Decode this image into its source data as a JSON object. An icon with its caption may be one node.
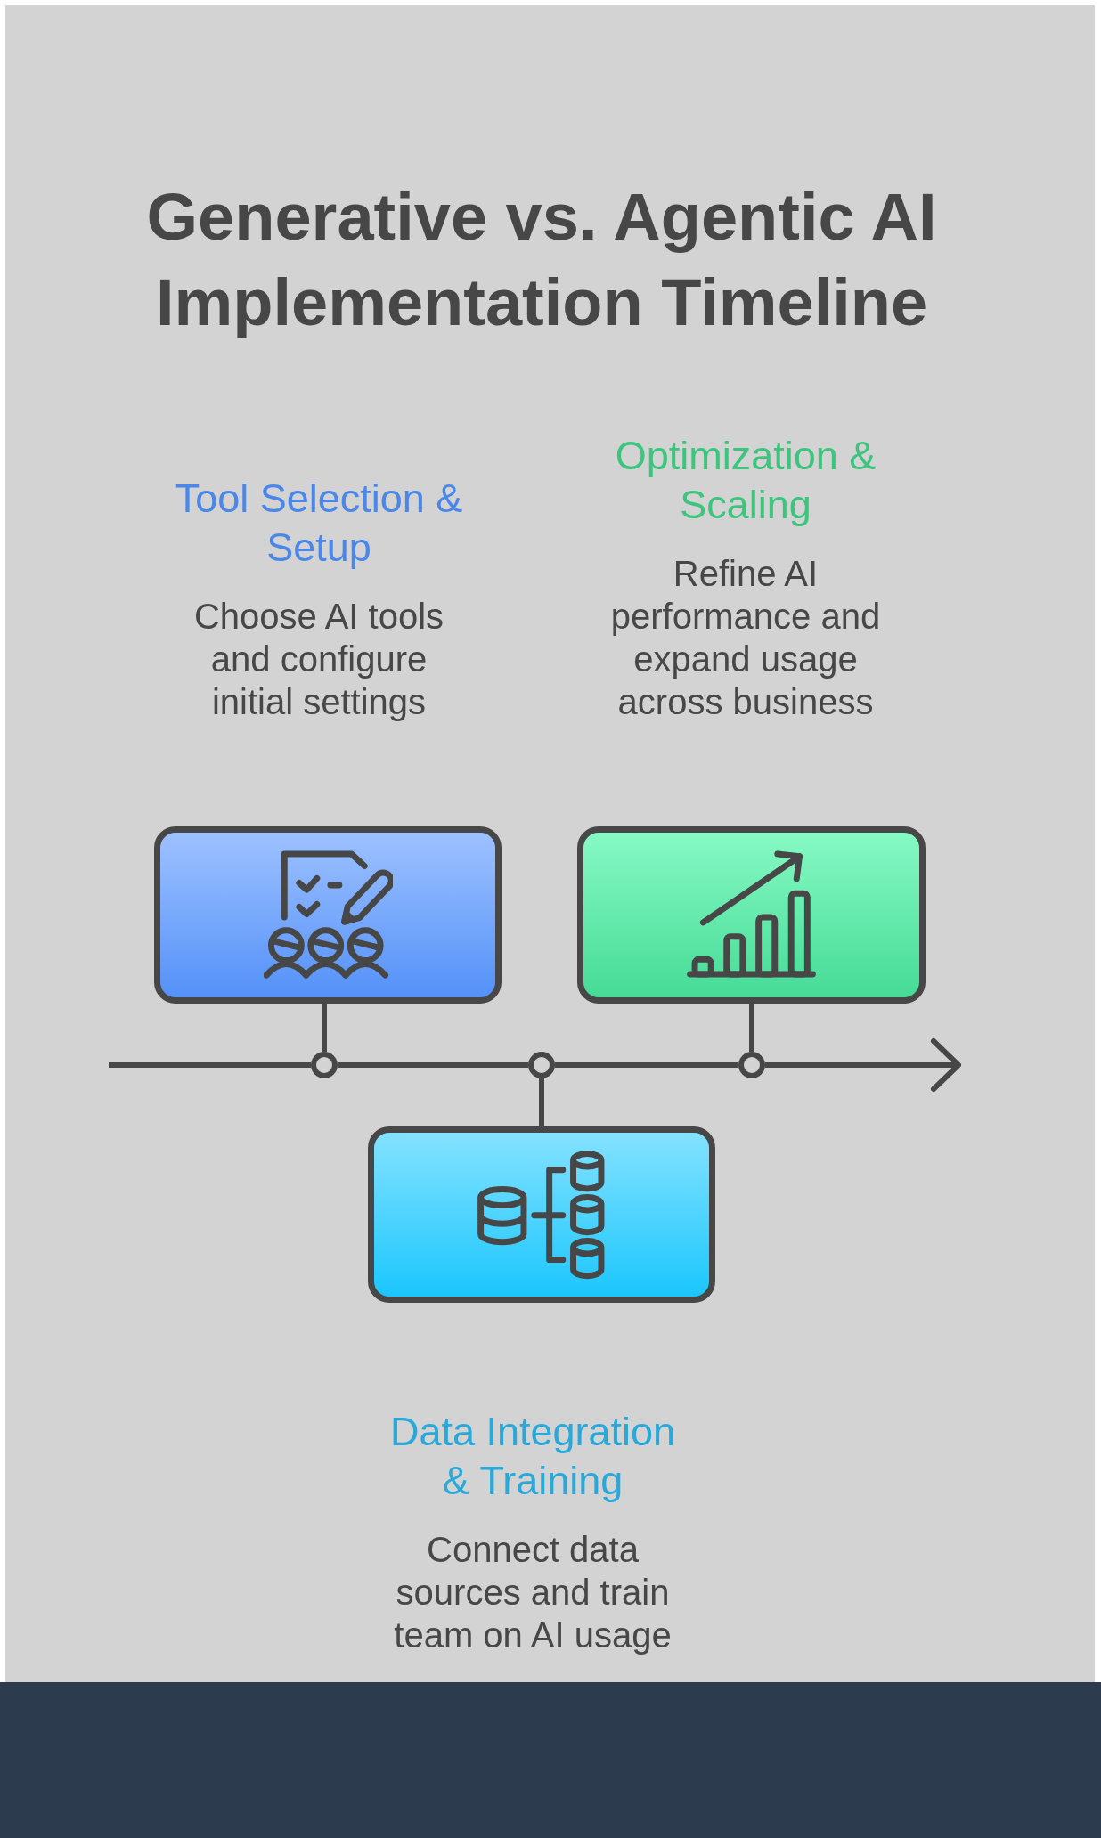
{
  "diagram": {
    "title": "Generative vs. Agentic AI Implementation Timeline",
    "nodes": [
      {
        "text": [],
        "shape": "box",
        "beside": [
          "Tool Selection & Setup",
          "Choose AI tools and configure initial settings"
        ]
      },
      {
        "text": [],
        "shape": "box",
        "beside": [
          "Optimization & Scaling",
          "Refine AI performance and expand usage across business"
        ]
      },
      {
        "text": [],
        "shape": "circle"
      },
      {
        "text": [],
        "shape": "circle"
      },
      {
        "text": [],
        "shape": "circle"
      },
      {
        "text": [],
        "shape": "box",
        "beside": [
          "Data Integration & Training",
          "Connect data sources and train team on AI usage"
        ]
      }
    ],
    "edges": [
      {
        "from": 0,
        "to": 2,
        "arrow": "none"
      },
      {
        "from": 1,
        "to": 4,
        "arrow": "none"
      },
      {
        "from": null,
        "to": 2,
        "arrow": "none"
      },
      {
        "from": 2,
        "to": 3,
        "arrow": "none"
      },
      {
        "from": 3,
        "to": 4,
        "arrow": "none"
      },
      {
        "from": 4,
        "to": null,
        "arrow": "to"
      },
      {
        "from": 3,
        "to": 5,
        "arrow": "none"
      }
    ]
  }
}
